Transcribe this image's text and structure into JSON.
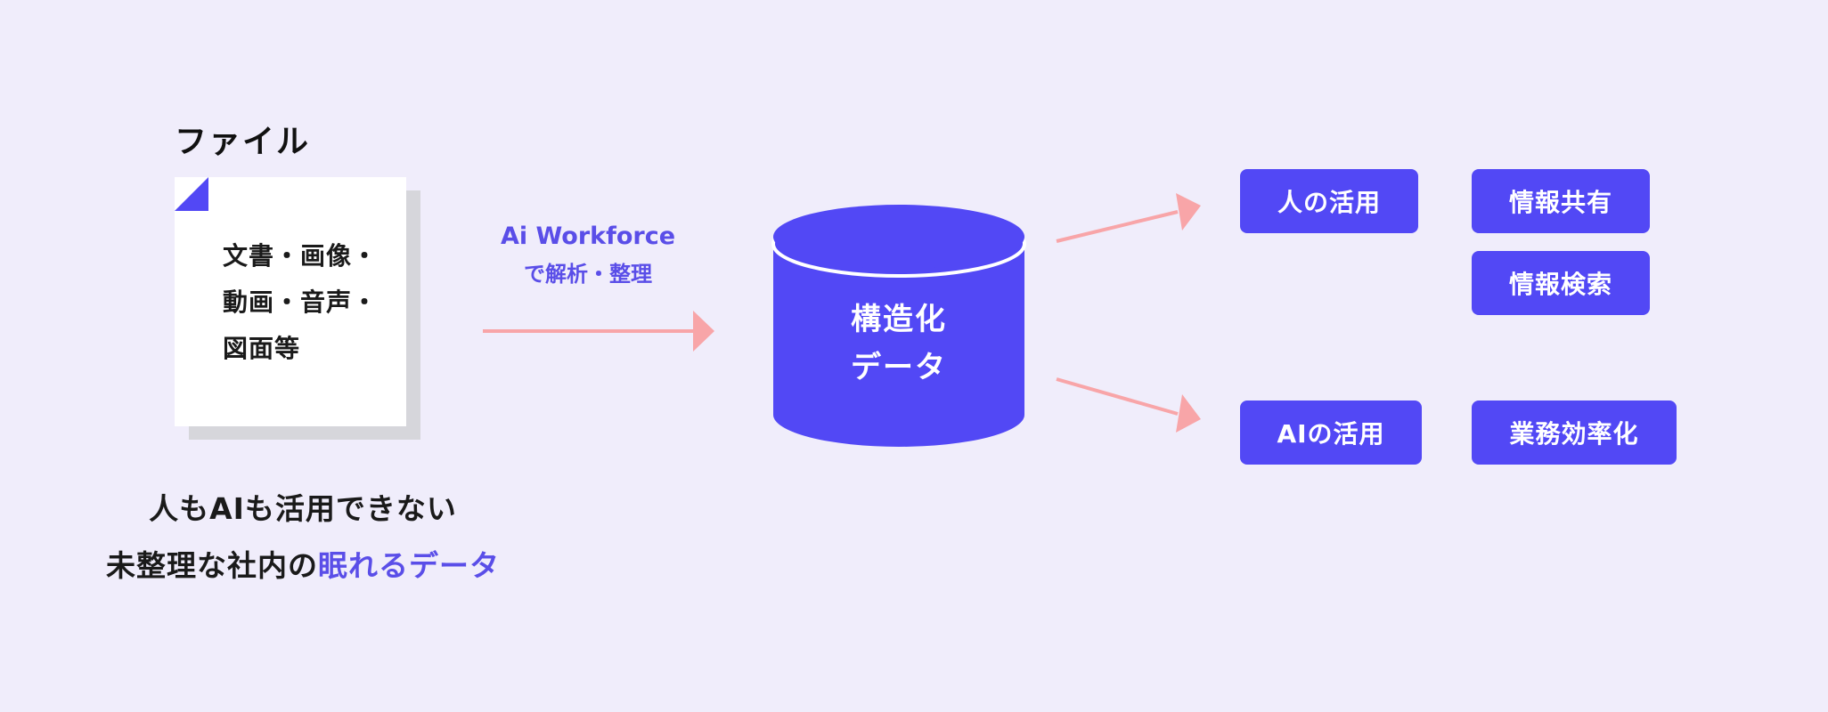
{
  "file": {
    "title": "ファイル",
    "lines": [
      "文書・画像・",
      "動画・音声・",
      "図面等"
    ]
  },
  "caption": {
    "line1": "人もAIも活用できない",
    "line2_prefix": "未整理な社内の",
    "line2_highlight": "眠れるデータ"
  },
  "process": {
    "line1": "Ai Workforce",
    "line2": "で解析・整理"
  },
  "database": {
    "line1": "構造化",
    "line2": "データ"
  },
  "outputs": {
    "human_use": "人の活用",
    "info_sharing": "情報共有",
    "info_search": "情報検索",
    "ai_use": "AIの活用",
    "business_efficiency": "業務効率化"
  },
  "colors": {
    "background": "#f0edfb",
    "accent": "#5248f5",
    "highlight_text": "#5a4ee8",
    "arrow": "#f8a5a8",
    "page_shadow": "#d6d6db"
  }
}
